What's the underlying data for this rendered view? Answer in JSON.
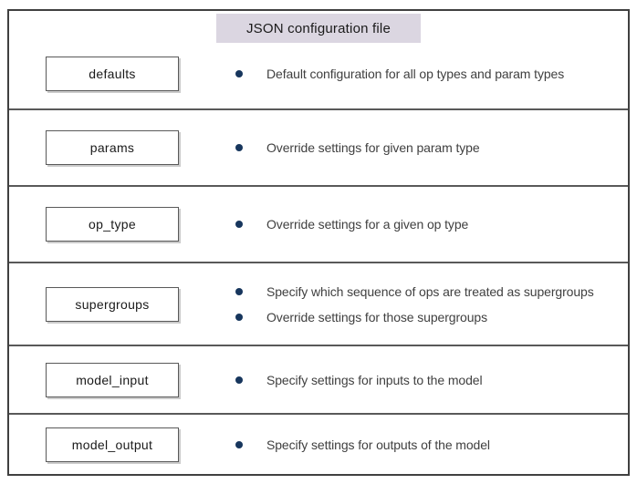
{
  "title": "JSON configuration file",
  "colors": {
    "title_background": "#dbd6e1",
    "bullet_dot": "#17365d",
    "border": "#595959",
    "text": "#404040"
  },
  "sections": [
    {
      "label": "defaults",
      "bullets": [
        "Default configuration for all op types and param types"
      ]
    },
    {
      "label": "params",
      "bullets": [
        "Override settings for given param type"
      ]
    },
    {
      "label": "op_type",
      "bullets": [
        "Override settings for a given op type"
      ]
    },
    {
      "label": "supergroups",
      "bullets": [
        "Specify which sequence of ops are treated as supergroups",
        "Override settings for those supergroups"
      ]
    },
    {
      "label": "model_input",
      "bullets": [
        "Specify settings for inputs to the model"
      ]
    },
    {
      "label": "model_output",
      "bullets": [
        "Specify settings for outputs of the model"
      ]
    }
  ]
}
